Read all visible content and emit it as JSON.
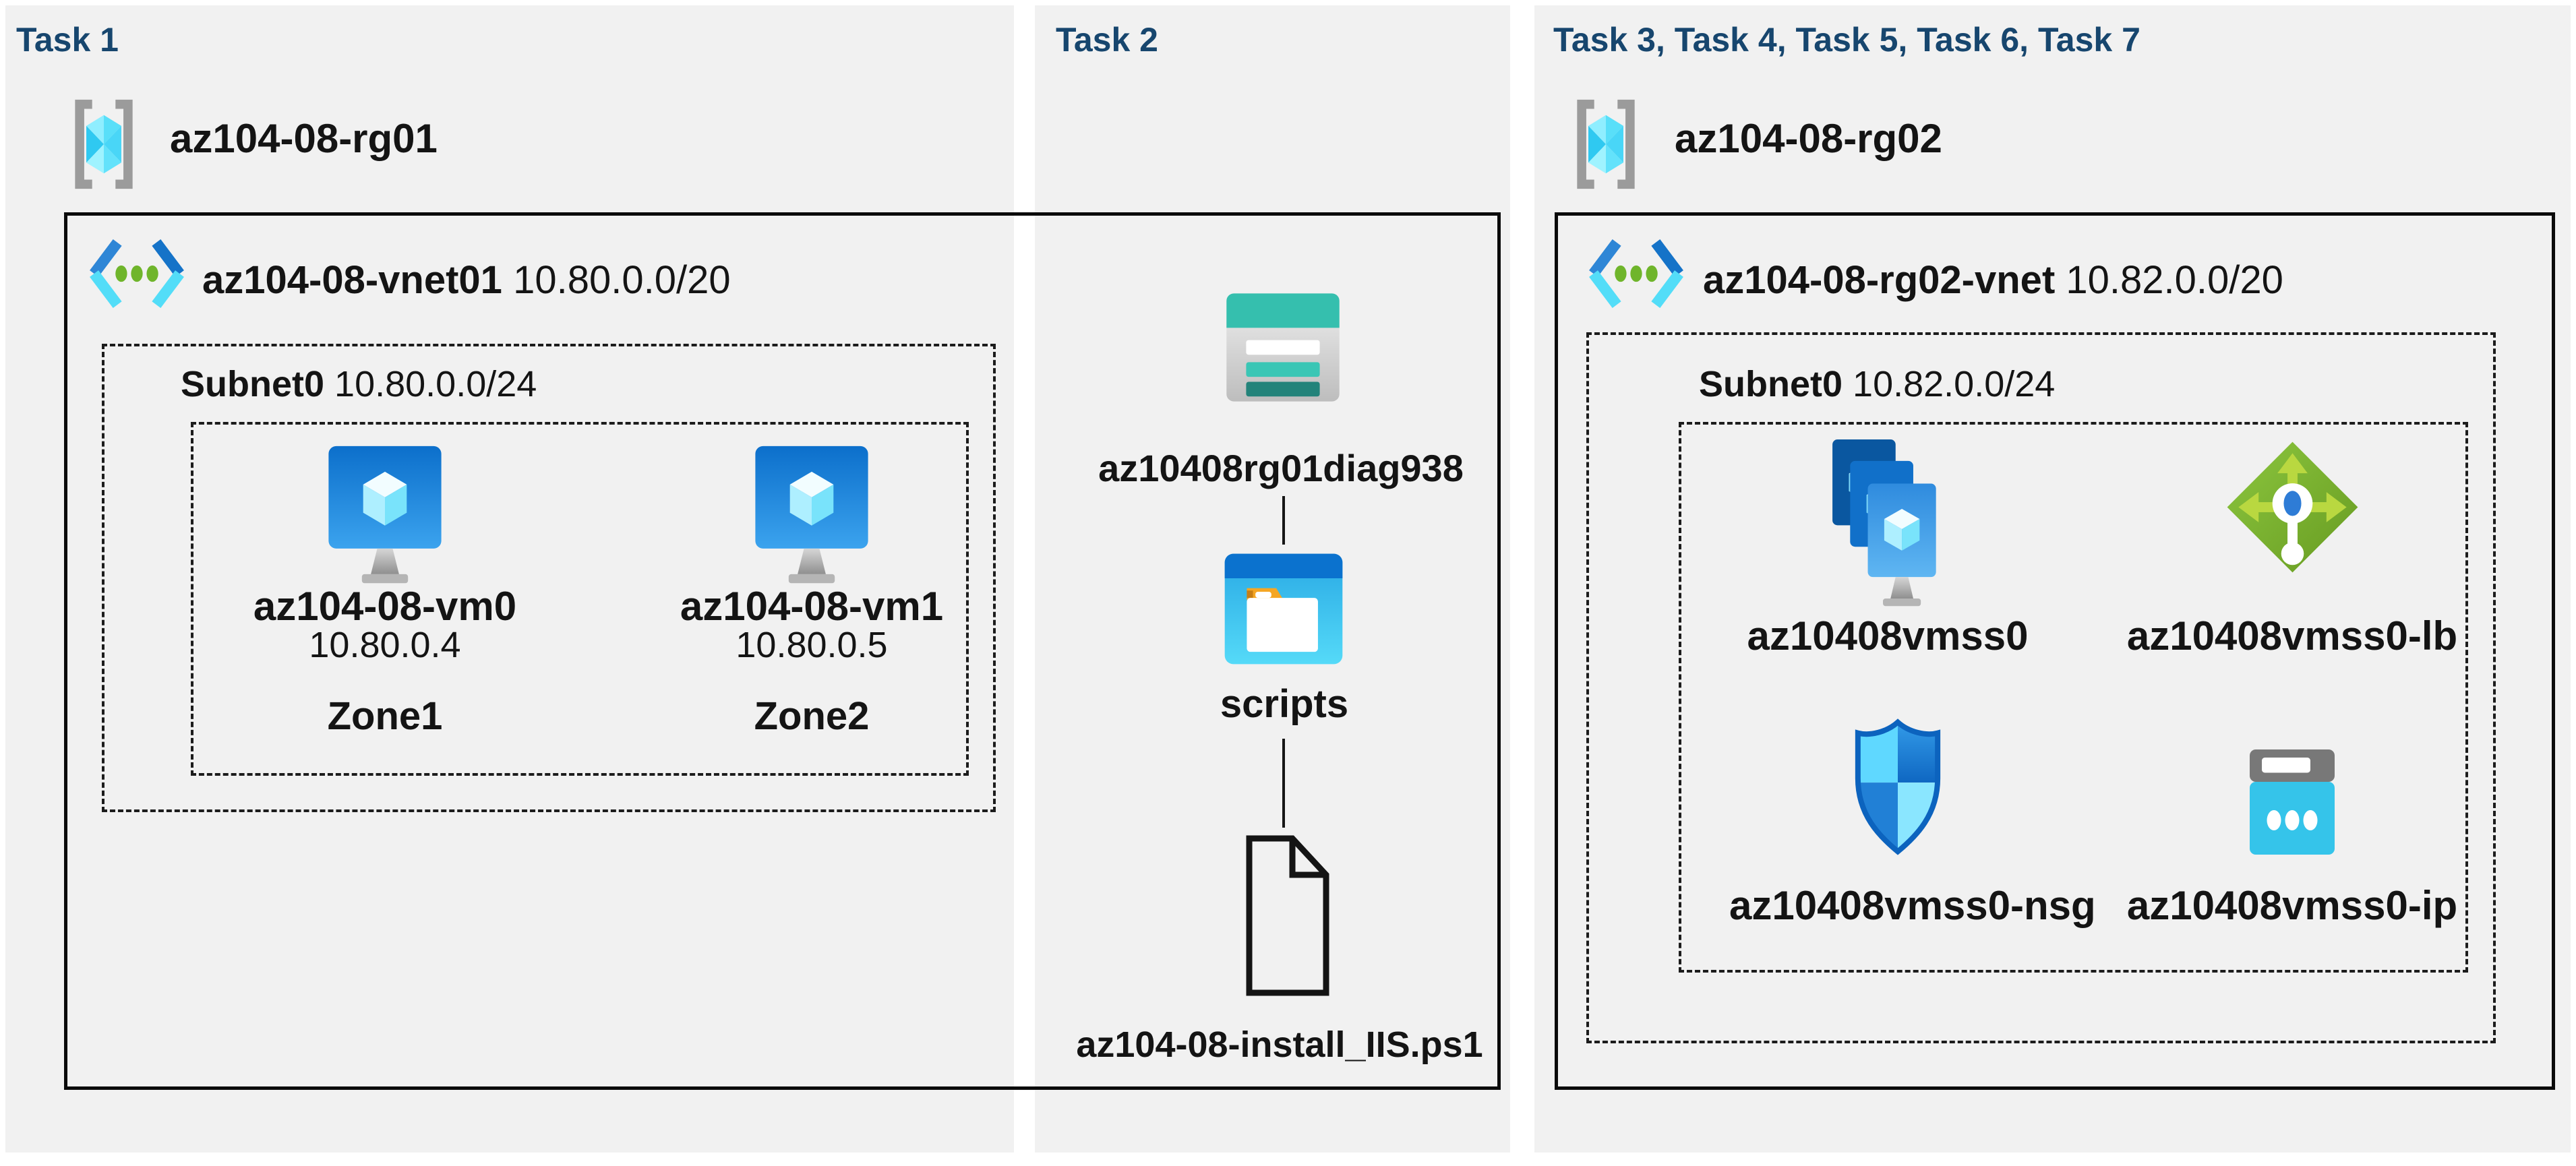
{
  "panels": [
    {
      "header": "Task 1",
      "resource_group": {
        "name": "az104-08-rg01"
      },
      "vnet": {
        "name": "az104-08-vnet01",
        "cidr": "10.80.0.0/20"
      },
      "subnet": {
        "name": "Subnet0",
        "cidr": "10.80.0.0/24"
      },
      "vms": [
        {
          "name": "az104-08-vm0",
          "ip": "10.80.0.4",
          "zone": "Zone1"
        },
        {
          "name": "az104-08-vm1",
          "ip": "10.80.0.5",
          "zone": "Zone2"
        }
      ]
    },
    {
      "header": "Task 2",
      "storage_account": {
        "name": "az10408rg01diag938"
      },
      "folder": {
        "name": "scripts"
      },
      "file": {
        "name": "az104-08-install_IIS.ps1"
      }
    },
    {
      "header": "Task 3, Task 4, Task 5, Task 6, Task 7",
      "resource_group": {
        "name": "az104-08-rg02"
      },
      "vnet": {
        "name": "az104-08-rg02-vnet",
        "cidr": "10.82.0.0/20"
      },
      "subnet": {
        "name": "Subnet0",
        "cidr": "10.82.0.0/24"
      },
      "resources": [
        {
          "name": "az10408vmss0",
          "type": "vm-scale-set"
        },
        {
          "name": "az10408vmss0-lb",
          "type": "load-balancer"
        },
        {
          "name": "az10408vmss0-nsg",
          "type": "network-security-group"
        },
        {
          "name": "az10408vmss0-ip",
          "type": "public-ip"
        }
      ]
    }
  ],
  "colors": {
    "header_navy": "#17466E",
    "panel_gray": "#F1F1F1",
    "azure_blue": "#0B72CE",
    "cyan": "#50E6FF",
    "vnet_dot_green": "#6FB52B",
    "lb_green": "#7FBA00",
    "storage_teal": "#35BFAE",
    "folder_orange": "#F5A623",
    "outline_black": "#0b0b0b"
  }
}
